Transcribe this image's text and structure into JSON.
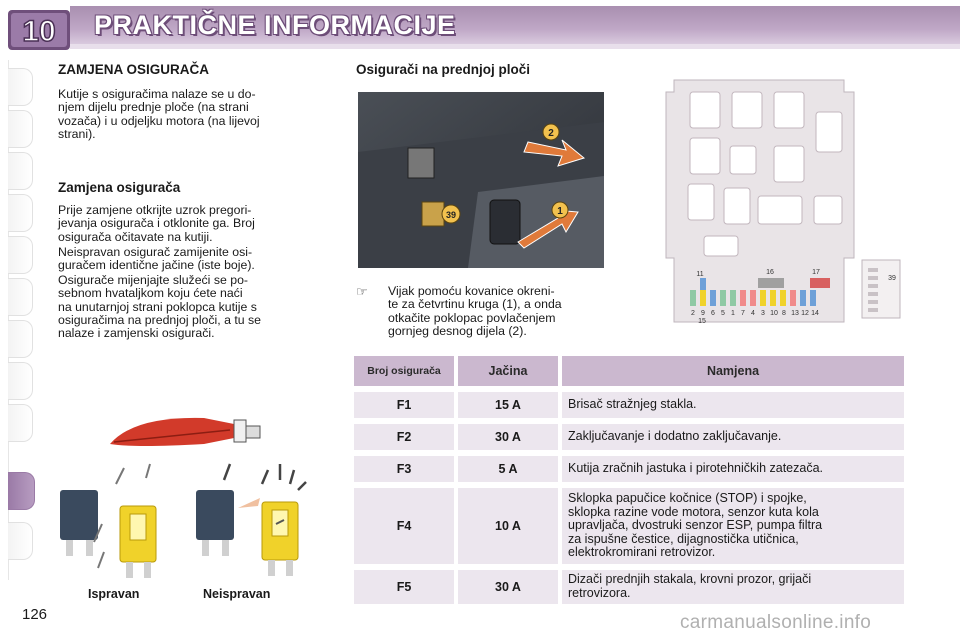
{
  "header": {
    "chapter": "10",
    "title": "PRAKTIČNE INFORMACIJE"
  },
  "left": {
    "section_title": "ZAMJENA OSIGURAČA",
    "intro": [
      "Kutije s osiguračima nalaze se u do-",
      "njem dijelu prednje ploče (na strani",
      "vozača) i u odjeljku motora (na lijevoj",
      "strani)."
    ],
    "sub_title": "Zamjena osigurača",
    "para1": [
      "Prije zamjene otkrijte uzrok pregori-",
      "jevanja osigurača i otklonite ga. Broj",
      "osigurača očitavate na kutiji."
    ],
    "para2": [
      "Neispravan osigurač zamijenite osi-",
      "guračem identične jačine (iste boje)."
    ],
    "para3": [
      "Osigurače mijenjajte služeći se po-",
      "sebnom hvataljkom koju ćete naći",
      "na unutarnjoj strani poklopca kutije s",
      "osiguračima na prednjoj ploči, a tu se",
      "nalaze i zamjenski osigurači."
    ],
    "captions": {
      "good": "Ispravan",
      "bad": "Neispravan"
    }
  },
  "right": {
    "section_title": "Osigurači na prednjoj ploči",
    "photo_labels": {
      "step1": "1",
      "step2": "2",
      "box": "39"
    },
    "bullet_icon": "hand-pointer-icon",
    "bullet_text": [
      "Vijak pomoću kovanice okreni-",
      "te za četvrtinu kruga (1), a onda",
      "otkačite poklopac povlačenjem",
      "gornjeg desnog dijela (2)."
    ],
    "diagram_numbers": {
      "top": [
        "11",
        "16",
        "17"
      ],
      "bottom": [
        "2",
        "9",
        "6",
        "5",
        "1",
        "7",
        "4",
        "3",
        "10",
        "8",
        "13",
        "12",
        "14"
      ],
      "under": "15",
      "side": "39"
    }
  },
  "table": {
    "headers": [
      "Broj osigurača",
      "Jačina",
      "Namjena"
    ],
    "rows": [
      {
        "num": "F1",
        "amp": "15 A",
        "desc": [
          "Brisač stražnjeg stakla."
        ]
      },
      {
        "num": "F2",
        "amp": "30 A",
        "desc": [
          "Zaključavanje i dodatno zaključavanje."
        ]
      },
      {
        "num": "F3",
        "amp": "5 A",
        "desc": [
          "Kutija zračnih jastuka i pirotehničkih zatezača."
        ]
      },
      {
        "num": "F4",
        "amp": "10 A",
        "desc": [
          "Sklopka papučice kočnice (STOP) i spojke,",
          "sklopka razine vode motora, senzor kuta kola",
          "upravljača, dvostruki senzor ESP, pumpa filtra",
          "za ispušne čestice, dijagnostička utičnica,",
          "elektrokromirani retrovizor."
        ]
      },
      {
        "num": "F5",
        "amp": "30 A",
        "desc": [
          "Dizači prednjih stakala, krovni prozor, grijači",
          "retrovizora."
        ]
      }
    ]
  },
  "footer": {
    "page_number": "126",
    "watermark": "carmanualsonline.info"
  },
  "colors": {
    "accent": "#b49bbd",
    "table_header": "#cbb8cf",
    "table_row": "#ece6ee"
  }
}
